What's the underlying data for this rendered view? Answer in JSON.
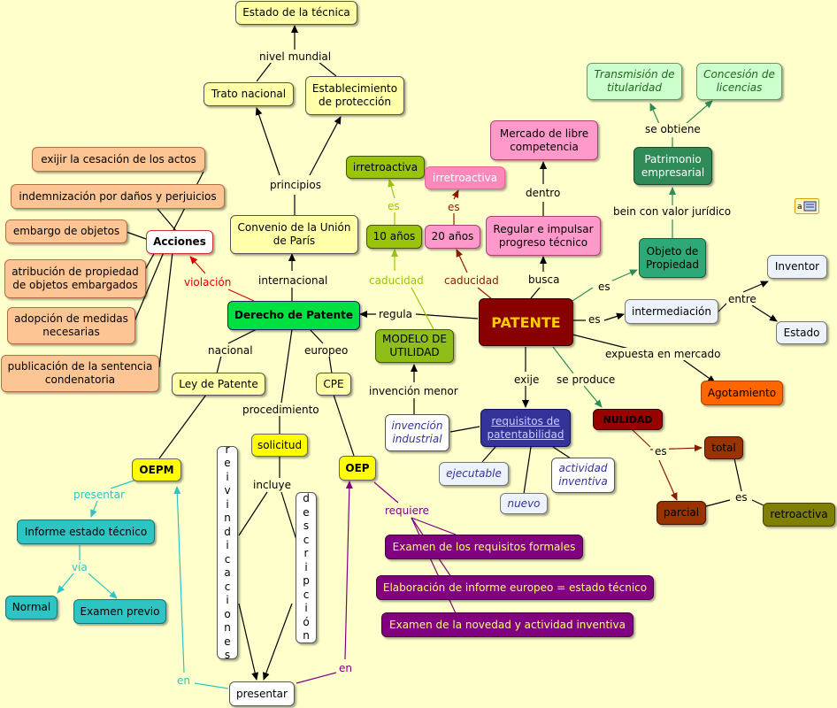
{
  "nodes": {
    "estado_tecnica": "Estado de la técnica",
    "trato_nacional": "Trato nacional",
    "establecimiento": "Establecimiento de protección",
    "convenio": "Convenio de la Unión de París",
    "cesacion": "exijir la cesación de los actos",
    "indemnizacion": "indemnización por daños y perjuicios",
    "embargo": "embargo de objetos",
    "acciones": "Acciones",
    "atribucion": "atribución de propiedad de objetos embargados",
    "adopcion": "adopción de medidas necesarias",
    "publicacion": "publicación de la sentencia condenatoria",
    "derecho_patente": "Derecho de Patente",
    "irretroactiva_1": "irretroactiva",
    "irretroactiva_2": "irretroactiva",
    "diez_anos": "10 años",
    "veinte_anos": "20 años",
    "mercado": "Mercado de libre competencia",
    "regular": "Regular e impulsar progreso técnico",
    "transmision": "Transmisión de titularidad",
    "concesion": "Concesión de licencias",
    "patrimonio": "Patrimonio empresarial",
    "objeto_propiedad": "Objeto de Propiedad",
    "inventor": "Inventor",
    "intermediacion": "intermediación",
    "estado": "Estado",
    "patente": "PATENTE",
    "modelo_utilidad": "MODELO DE UTILIDAD",
    "agotamiento": "Agotamiento",
    "ley_patente": "Ley de Patente",
    "cpe": "CPE",
    "invencion_industrial": "invención industrial",
    "requisitos": "requisitos de patentabilidad",
    "nulidad": "NULIDAD",
    "total": "total",
    "oepm": "OEPM",
    "solicitud": "solicitud",
    "oep": "OEP",
    "reivindicaciones": "reivindicaciones",
    "descripcion": "descripción",
    "ejecutable": "ejecutable",
    "actividad_inventiva": "actividad inventiva",
    "nuevo": "nuevo",
    "parcial": "parcial",
    "retroactiva": "retroactiva",
    "informe": "Informe estado técnico",
    "normal": "Normal",
    "examen_previo": "Examen previo",
    "examen_formales": "Examen de los requisitos formales",
    "elaboracion": "Elaboración de informe europeo = estado técnico",
    "examen_novedad": "Examen de la novedad y actividad inventiva",
    "presentar": "presentar"
  },
  "links": {
    "nivel_mundial": "nivel mundial",
    "principios": "principios",
    "internacional": "internacional",
    "violacion": "violación",
    "regula": "regula",
    "es_olive": "es",
    "es_pink": "es",
    "caducidad_1": "caducidad",
    "caducidad_2": "caducidad",
    "dentro": "dentro",
    "busca": "busca",
    "se_obtiene": "se obtiene",
    "bien_valor": "bein con valor jurídico",
    "es_obj": "es",
    "es_inter": "es",
    "entre": "entre",
    "expuesta": "expuesta en mercado",
    "nacional": "nacional",
    "europeo": "europeo",
    "invencion_menor": "invención menor",
    "exije": "exije",
    "se_produce": "se produce",
    "procedimiento": "procedimiento",
    "es_nul": "es",
    "es_total": "es",
    "incluye": "incluye",
    "presentar": "presentar",
    "requiere": "requiere",
    "via": "vía",
    "en_1": "en",
    "en_2": "en"
  },
  "colors": {
    "background": "#ffffcc",
    "teal_link": "#2ec4c4",
    "purple_link": "#800080",
    "olive_link": "#99c40a",
    "maroon_link": "#8b1a00",
    "green_link": "#2e8b57",
    "red_link": "#dd0000"
  },
  "icons": {
    "corner": "spell-check-icon"
  }
}
